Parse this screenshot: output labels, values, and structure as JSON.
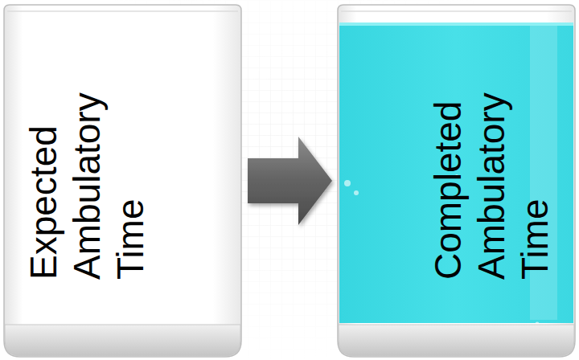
{
  "diagram": {
    "nodes": [
      {
        "text": [
          "Expected Ambulatory Time"
        ]
      },
      {
        "text": [
          "Completed Ambulatory Time"
        ]
      }
    ],
    "edges": [
      {
        "from": 0,
        "to": 1,
        "arrow": "to"
      }
    ]
  }
}
